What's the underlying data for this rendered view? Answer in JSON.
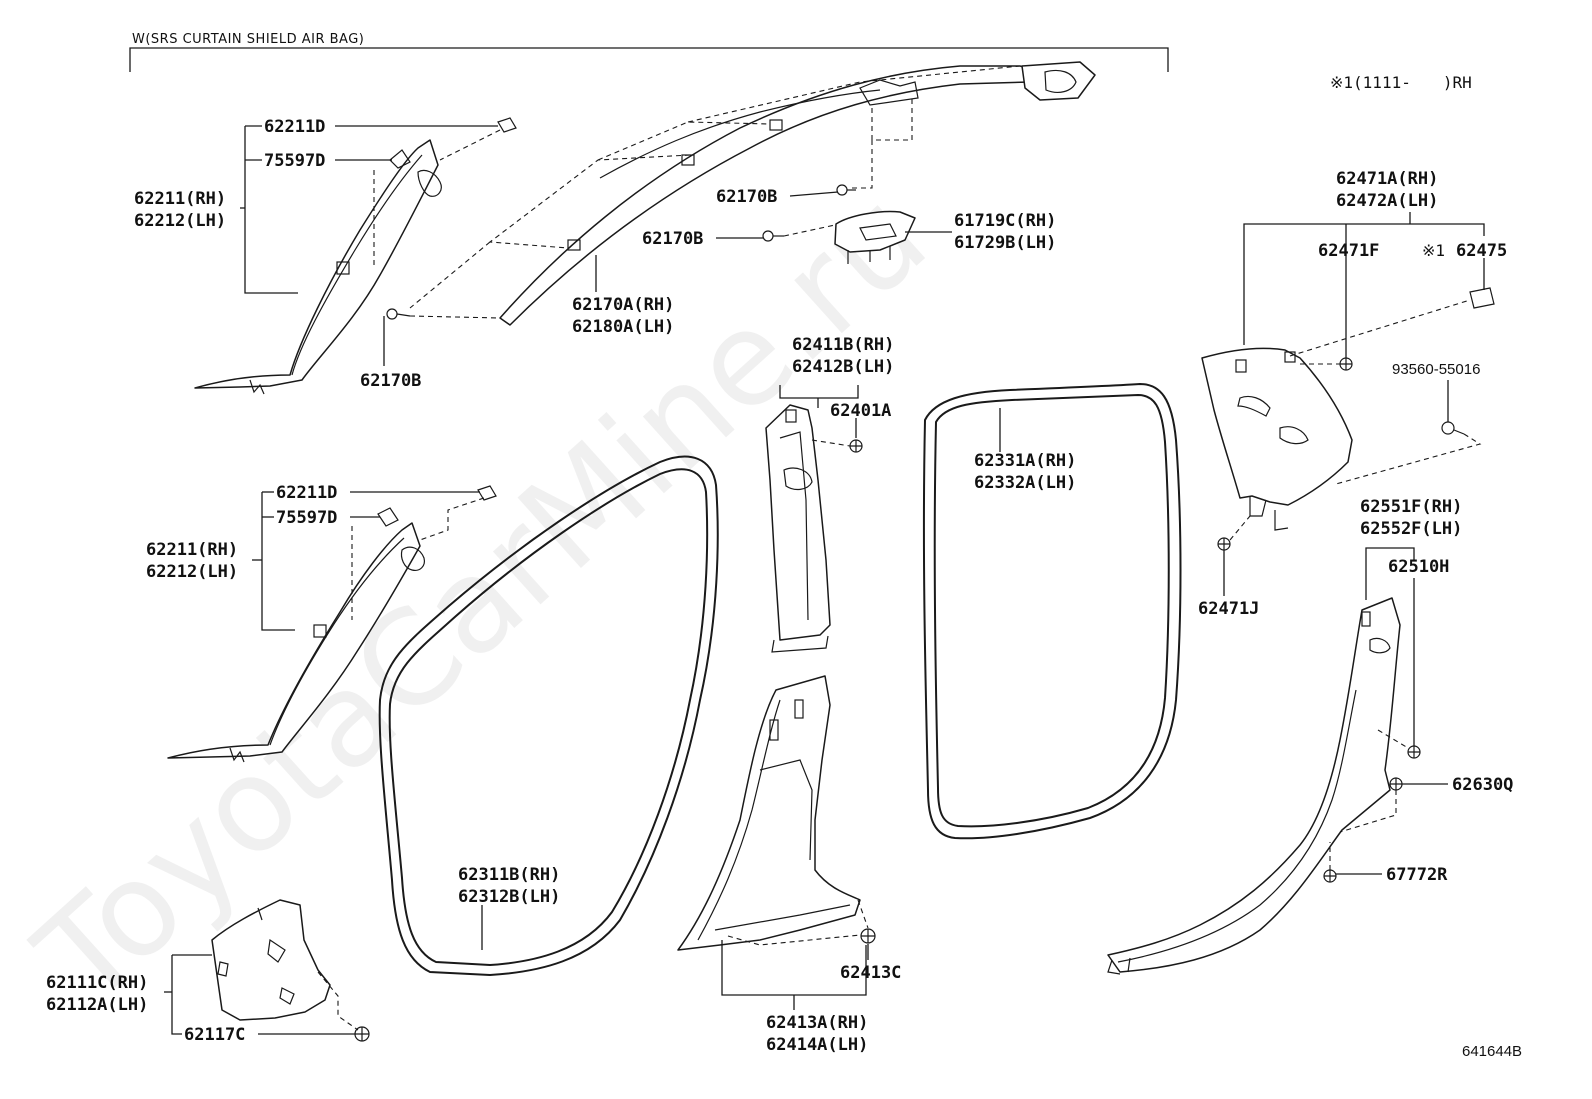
{
  "header": {
    "variant": "W(SRS CURTAIN SHIELD AIR BAG)",
    "note": "※1(1111-　　)RH"
  },
  "watermark": "ToyotaCarMine.ru",
  "diagram_ref": "641644B",
  "callouts": {
    "p62211D_top": "62211D",
    "p75597D_top": "75597D",
    "p62211_top": "62211(RH)",
    "p62212_top": "62212(LH)",
    "p62170B_a": "62170B",
    "p62170B_b": "62170B",
    "p62170B_c": "62170B",
    "p61719C": "61719C(RH)",
    "p61729B": "61729B(LH)",
    "p62170A": "62170A(RH)",
    "p62180A": "62180A(LH)",
    "p62211D_mid": "62211D",
    "p75597D_mid": "75597D",
    "p62211_mid": "62211(RH)",
    "p62212_mid": "62212(LH)",
    "p62411B": "62411B(RH)",
    "p62412B": "62412B(LH)",
    "p62401A": "62401A",
    "p62331A": "62331A(RH)",
    "p62332A": "62332A(LH)",
    "p62471A": "62471A(RH)",
    "p62472A": "62472A(LH)",
    "p62471F": "62471F",
    "p62475_mark": "※1",
    "p62475": "62475",
    "p93560": "93560-55016",
    "p62471J": "62471J",
    "p62551F": "62551F(RH)",
    "p62552F": "62552F(LH)",
    "p62510H": "62510H",
    "p62630Q": "62630Q",
    "p67772R": "67772R",
    "p62311B": "62311B(RH)",
    "p62312B": "62312B(LH)",
    "p62413C": "62413C",
    "p62413A": "62413A(RH)",
    "p62414A": "62414A(LH)",
    "p62111C": "62111C(RH)",
    "p62112A": "62112A(LH)",
    "p62117C": "62117C"
  }
}
